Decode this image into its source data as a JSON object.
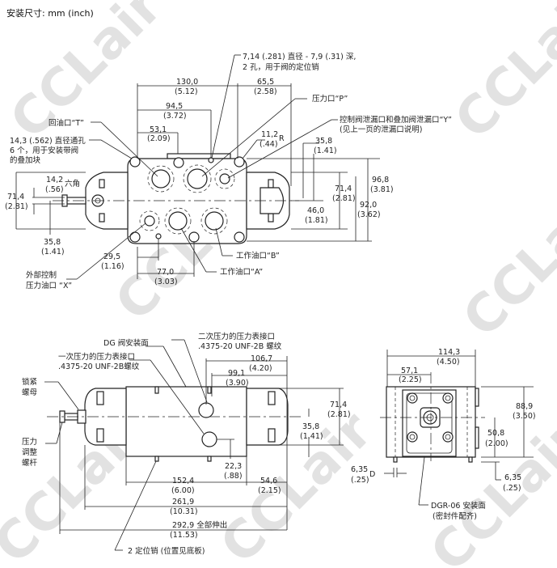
{
  "title": "安装尺寸: mm (inch)",
  "watermark": "CCLair",
  "top_view": {
    "pin_hole_note": [
      "7,14 (.281) 直径 - 7,9 (.31) 深,",
      "2 孔，用于阀的定位销"
    ],
    "dim_130": [
      "130,0",
      "(5.12)"
    ],
    "dim_65_5": [
      "65,5",
      "(2.58)"
    ],
    "port_p": "压力口“P”",
    "dim_94_5": [
      "94,5",
      "(3.72)"
    ],
    "port_y": [
      "控制阀泄漏口和叠加阀泄漏口“Y”",
      "(见上一页的泄漏口说明)"
    ],
    "port_t": "回油口“T”",
    "dim_53_1": [
      "53,1",
      "(2.09)"
    ],
    "dim_11_2": [
      "11,2",
      "(.44)",
      "R"
    ],
    "dim_35_8_right": [
      "35,8",
      "(1.41)"
    ],
    "through_hole_note": [
      "14,3 (.562) 直径通孔",
      "6 个，用于安装带阀",
      "的叠加块"
    ],
    "dim_96_8": [
      "96,8",
      "(3.81)"
    ],
    "dim_14_2": [
      "14,2",
      "(.56)",
      "六角"
    ],
    "dim_71_4_left": [
      "71,4",
      "(2.81)"
    ],
    "dim_71_4_right": [
      "71,4",
      "(2.81)"
    ],
    "dim_92_0": [
      "92,0",
      "(3.62)"
    ],
    "dim_46_0": [
      "46,0",
      "(1.81)"
    ],
    "dim_35_8_left": [
      "35,8",
      "(1.41)"
    ],
    "dim_29_5": [
      "29,5",
      "(1.16)"
    ],
    "port_b": "工作油口“B”",
    "dim_77_0": [
      "77,0",
      "(3.03)"
    ],
    "port_a": "工作油口“A”",
    "port_x": [
      "外部控制",
      "压力油口 “X”"
    ]
  },
  "side_view": {
    "secondary_gauge": [
      "二次压力的压力表接口",
      ".4375-20 UNF-2B 螺纹"
    ],
    "dg_face": "DG 阀安装面",
    "primary_gauge": [
      "一次压力的压力表接口",
      ".4375-20 UNF-2B螺纹"
    ],
    "dim_106_7": [
      "106,7",
      "(4.20)"
    ],
    "dim_99_1": [
      "99,1",
      "(3.90)"
    ],
    "lock_nut": [
      "锁紧",
      "螺母"
    ],
    "dim_71_4": [
      "71,4",
      "(2.81)"
    ],
    "dim_35_8": [
      "35,8",
      "(1.41)"
    ],
    "adjust_screw": [
      "压力",
      "调整",
      "螺杆"
    ],
    "dim_22_3": [
      "22,3",
      "(.88)"
    ],
    "dim_152_4": [
      "152,4",
      "(6.00)"
    ],
    "dim_54_6": [
      "54,6",
      "(2.15)"
    ],
    "dim_261_9": [
      "261,9",
      "(10.31)"
    ],
    "dim_292_9": [
      "292,9 全部伸出",
      "(11.53)"
    ],
    "locating_pins": "2 定位销 (位置见底板)"
  },
  "end_view": {
    "dim_114_3": [
      "114,3",
      "(4.50)"
    ],
    "dim_57_1": [
      "57,1",
      "(2.25)"
    ],
    "dim_88_9": [
      "88,9",
      "(3.50)"
    ],
    "dim_50_8": [
      "50,8",
      "(2.00)"
    ],
    "dim_6_35_left": [
      "6,35",
      "(.25)",
      "D"
    ],
    "dim_6_35_right": [
      "6,35",
      "(.25)"
    ],
    "mount_face": [
      "DGR-06 安装面",
      "(密封件配齐)"
    ]
  }
}
